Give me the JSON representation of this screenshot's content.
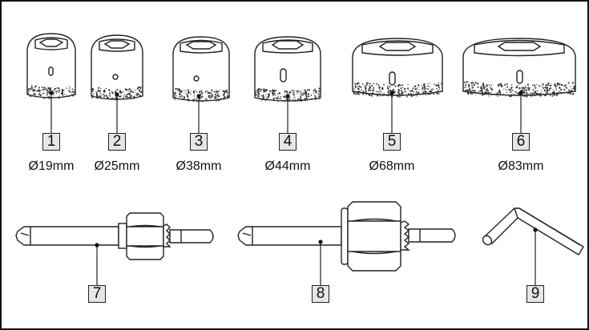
{
  "parts": [
    {
      "number": "1",
      "diameter": "Ø19mm"
    },
    {
      "number": "2",
      "diameter": "Ø25mm"
    },
    {
      "number": "3",
      "diameter": "Ø38mm"
    },
    {
      "number": "4",
      "diameter": "Ø44mm"
    },
    {
      "number": "5",
      "diameter": "Ø68mm"
    },
    {
      "number": "6",
      "diameter": "Ø83mm"
    },
    {
      "number": "7",
      "diameter": ""
    },
    {
      "number": "8",
      "diameter": ""
    },
    {
      "number": "9",
      "diameter": ""
    }
  ],
  "icons": {
    "bits": "diamond-core-bit-icon",
    "arbor_small": "arbor-adapter-small-icon",
    "arbor_large": "arbor-adapter-large-icon",
    "hex_key": "hex-key-icon"
  },
  "colors": {
    "label_fill": "#e6e6e6",
    "stroke": "#222222"
  }
}
